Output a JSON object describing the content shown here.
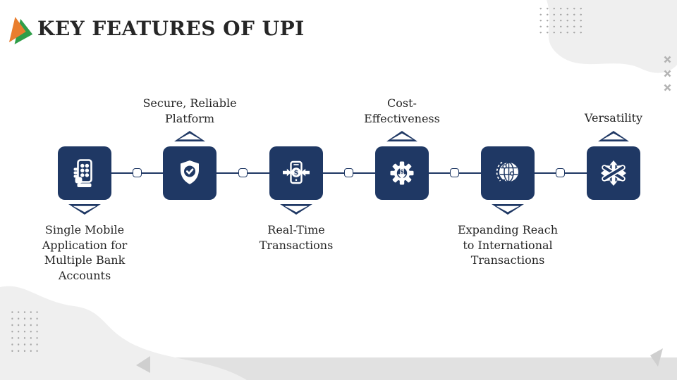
{
  "slide": {
    "title": "KEY FEATURES OF UPI",
    "type": "presentation-slide"
  },
  "features": [
    {
      "label": "Single Mobile\nApplication for\nMultiple Bank\nAccounts",
      "label_position": "below",
      "icon": "mobile-banking-hand-icon"
    },
    {
      "label": "Secure, Reliable\nPlatform",
      "label_position": "above",
      "icon": "shield-check-icon"
    },
    {
      "label": "Real-Time\nTransactions",
      "label_position": "below",
      "icon": "phone-money-transfer-icon"
    },
    {
      "label": "Cost-\nEffectiveness",
      "label_position": "above",
      "icon": "gear-cost-down-icon"
    },
    {
      "label": "Expanding Reach\nto International\nTransactions",
      "label_position": "below",
      "icon": "globe-international-icon"
    },
    {
      "label": "Versatility",
      "label_position": "above",
      "icon": "multi-direction-arrows-icon"
    }
  ],
  "decor": {
    "icons": [
      "upi-logo-arrows-icon",
      "chevron-up-marker",
      "chevron-down-marker",
      "x-mark-icon",
      "dots-grid",
      "corner-triangle",
      "background-blob"
    ],
    "x_mark_count": 3
  },
  "colors": {
    "navy": "#1F3864",
    "title_text": "#262626",
    "label_text": "#262626",
    "logo_orange": "#E97E2E",
    "logo_green": "#2F9E49",
    "blob_gray": "#EFEFEF",
    "bottom_bar_gray": "#E1E1E1",
    "dot_gray": "#A6A6A6",
    "triangle_gray": "#CFCFCF",
    "x_mark_gray": "#B3B3B3"
  }
}
